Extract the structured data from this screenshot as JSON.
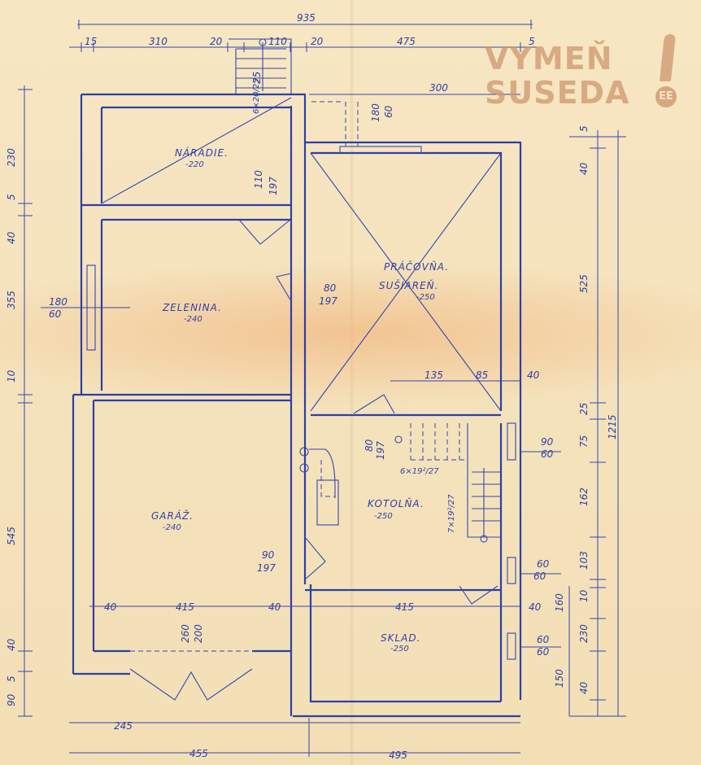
{
  "rooms": [
    {
      "name": "NÁRADIE.",
      "level": "-220"
    },
    {
      "name": "ZELENINA.",
      "level": "-240"
    },
    {
      "name": "PRÁČOVŇA.",
      "level": ""
    },
    {
      "name": "SUŠIAREŇ.",
      "level": "-250"
    },
    {
      "name": "GARÁŽ.",
      "level": "-240"
    },
    {
      "name": "KOTOLŇA.",
      "level": "-250"
    },
    {
      "name": "SKLAD.",
      "level": "-250"
    }
  ],
  "dimensions": {
    "top": [
      "935",
      "15",
      "310",
      "20",
      "110",
      "20",
      "475",
      "5",
      "300",
      "6×20/25",
      "25"
    ],
    "bottom": [
      "245",
      "455",
      "495"
    ],
    "left": [
      "230",
      "5",
      "40",
      "355",
      "10",
      "545",
      "40",
      "90",
      "5"
    ],
    "right": [
      "5",
      "40",
      "525",
      "25",
      "75",
      "162",
      "103",
      "10",
      "160",
      "230",
      "150",
      "40",
      "1215"
    ],
    "interior": [
      "180",
      "60",
      "110",
      "197",
      "180",
      "60",
      "80",
      "197",
      "135",
      "85",
      "40",
      "80",
      "197",
      "6×19²/27",
      "90",
      "60",
      "7×19²/27",
      "90",
      "197",
      "60",
      "60",
      "40",
      "415",
      "40",
      "415",
      "40",
      "260",
      "200",
      "60",
      "60"
    ]
  },
  "logo": {
    "line1": "VYMEŇ",
    "line2": "SUSEDA",
    "badge": "EE"
  },
  "colors": {
    "ink": "#2d3fa6",
    "paper": "#f4e3bd",
    "logo": "#cd966e"
  }
}
